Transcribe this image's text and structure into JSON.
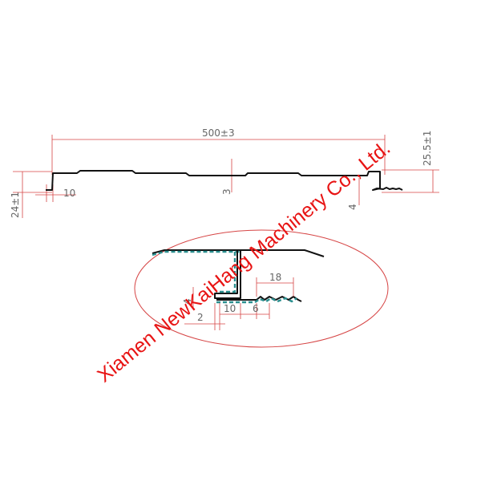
{
  "dimensions": {
    "width": "500±3",
    "lock_height": "25.5±1",
    "rib_left": "10",
    "rib_depth": "3",
    "left_height": "24±1",
    "right_step": "4",
    "detail_18": "18",
    "detail_4": "4",
    "detail_2": "2",
    "detail_10": "10",
    "detail_6": "6"
  },
  "watermark": "Xiamen NewKaiHang Machinery Co., Ltd.",
  "colors": {
    "dimension": "#d64545",
    "profile": "#111111",
    "seam": "#2a8f8f",
    "watermark": "#e81414"
  }
}
